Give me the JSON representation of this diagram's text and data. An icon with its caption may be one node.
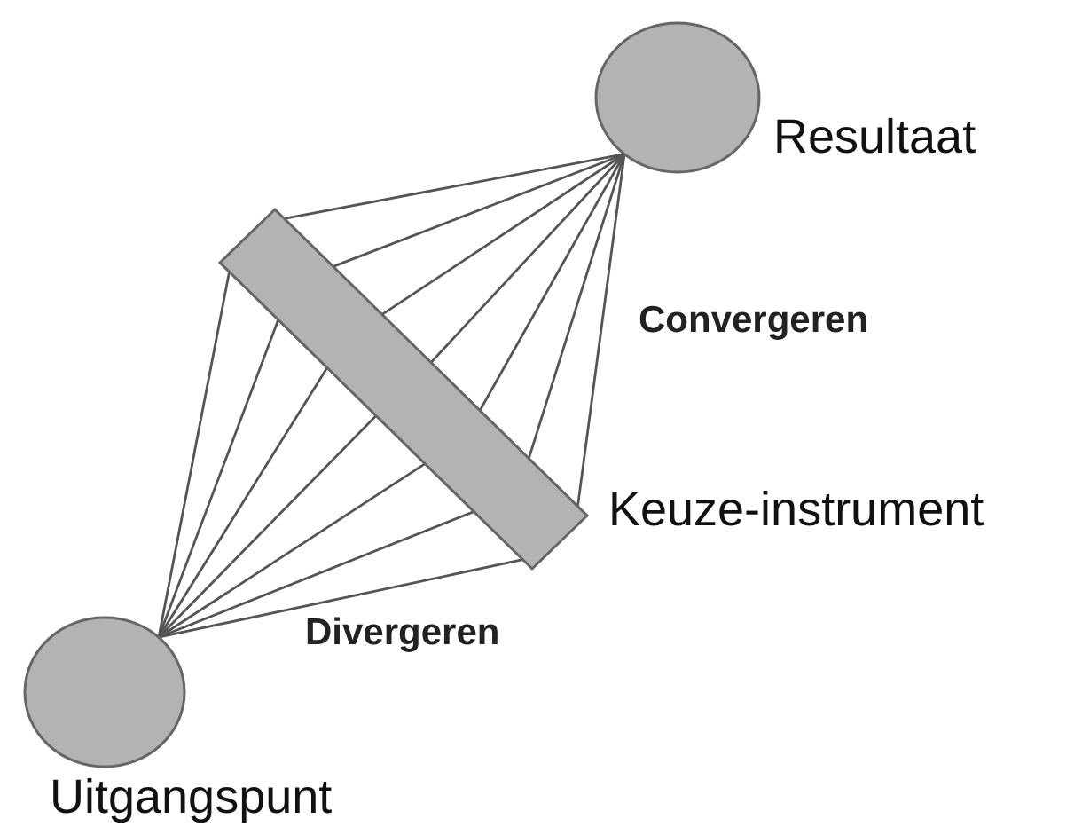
{
  "diagram": {
    "nodes": [
      {
        "text": [
          "Resultaat"
        ]
      },
      {
        "text": [
          "Keuze-instrument"
        ]
      },
      {
        "text": [
          "Uitgangspunt"
        ]
      }
    ],
    "edges": [
      {
        "from": 2,
        "to": 1,
        "arrow": "none"
      },
      {
        "from": 2,
        "to": 1,
        "arrow": "none"
      },
      {
        "from": 2,
        "to": 1,
        "arrow": "none"
      },
      {
        "from": 2,
        "to": 1,
        "arrow": "none"
      },
      {
        "from": 2,
        "to": 1,
        "arrow": "none"
      },
      {
        "from": 2,
        "to": 1,
        "arrow": "none"
      },
      {
        "from": 2,
        "to": 1,
        "arrow": "none"
      },
      {
        "from": 1,
        "to": 0,
        "arrow": "none"
      },
      {
        "from": 1,
        "to": 0,
        "arrow": "none"
      },
      {
        "from": 1,
        "to": 0,
        "arrow": "none"
      },
      {
        "from": 1,
        "to": 0,
        "arrow": "none"
      },
      {
        "from": 1,
        "to": 0,
        "arrow": "none"
      },
      {
        "from": 1,
        "to": 0,
        "arrow": "none"
      },
      {
        "from": 1,
        "to": 0,
        "arrow": "none"
      }
    ],
    "labels": [
      "Convergeren",
      "Divergeren"
    ]
  }
}
